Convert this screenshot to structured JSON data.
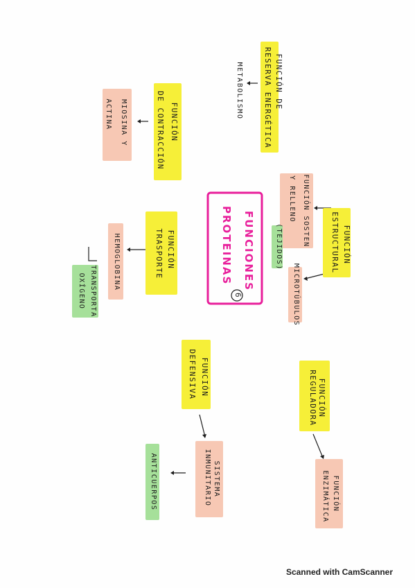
{
  "center": {
    "title_line1": "FUNCIONES",
    "title_line2": "PROTEINAS",
    "number": "6"
  },
  "nodes": {
    "reserva": {
      "line1": "FUNCIÓN DE",
      "line2": "RESERVA ENERGÉTICA",
      "child": "METABOLISMO"
    },
    "contraccion": {
      "line1": "FUNCIÓN",
      "line2": "DE CONTRACCIÓN",
      "child_line1": "MIOSINA Y",
      "child_line2": "ACTINA"
    },
    "estructural": {
      "line1": "FUNCIÓN",
      "line2": "ESTRUCTURAL",
      "child_a_line1": "FUNCIÓN SOSTEN",
      "child_a_line2": "Y RELLENO",
      "child_a_note": "(TEJIDOS)",
      "child_b": "MICROTÚBULOS"
    },
    "transporte": {
      "line1": "FUNCIÓN",
      "line2": "TRASPORTE",
      "child": "HEMOGLOBINA",
      "grandchild_line1": "TRANSPORTA",
      "grandchild_line2": "OXÍGENO"
    },
    "defensiva": {
      "line1": "FUNCIÓN",
      "line2": "DEFENSIVA",
      "child_line1": "SISTEMA",
      "child_line2": "INMUNITARIO",
      "grandchild": "ANTICUERPOS"
    },
    "reguladora": {
      "line1": "FUNCIÓN",
      "line2": "REGULADORA",
      "child_line1": "FUNCIÓN",
      "child_line2": "ENZIMÁTICA"
    }
  },
  "footer": "Scanned with CamScanner",
  "colors": {
    "highlight_yellow": "#f6ef38",
    "highlight_peach": "#f7c8b4",
    "highlight_green": "#a6e09a",
    "center_pink": "#e81f9b"
  }
}
